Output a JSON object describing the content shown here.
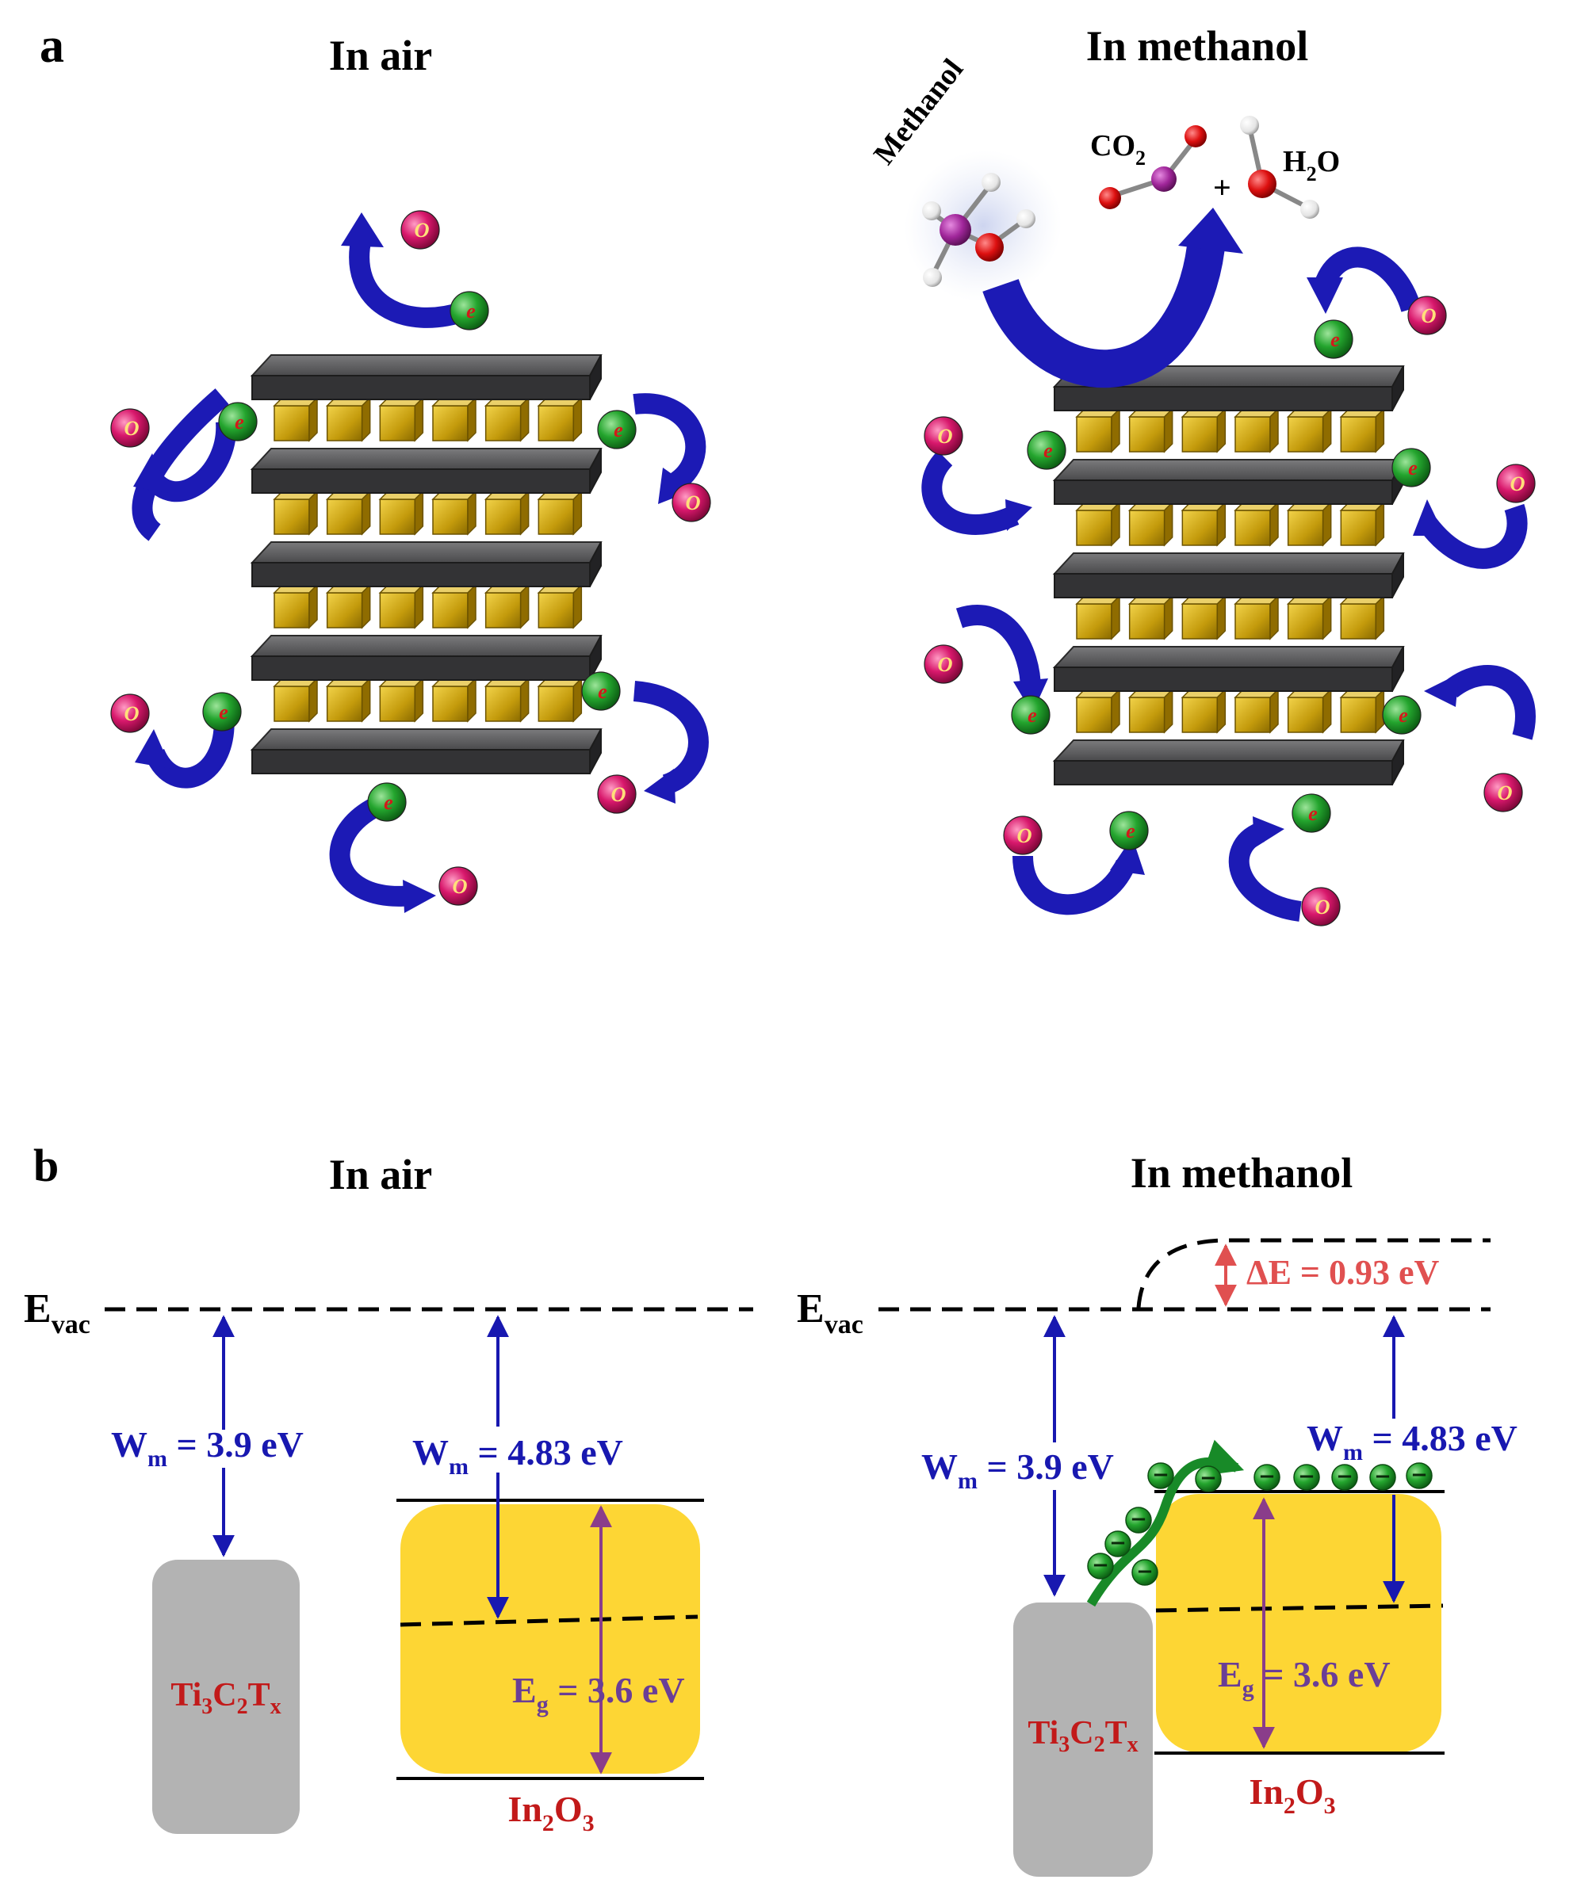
{
  "panel_a": {
    "letter": "a",
    "air": {
      "title": "In air",
      "electron": "e",
      "oxygen": "O"
    },
    "methanol": {
      "title": "In methanol",
      "molecule_label": "Methanol",
      "co2": {
        "main": "CO",
        "sub": "2"
      },
      "plus": "+",
      "h2o": {
        "main": "H",
        "sub": "2",
        "tail": "O"
      },
      "electron": "e",
      "oxygen": "O"
    }
  },
  "panel_b": {
    "letter": "b",
    "air": {
      "title": "In air",
      "evac": {
        "main": "E",
        "sub": "vac"
      },
      "wm_left": {
        "main": "W",
        "sub": "m",
        "tail": " = 3.9 eV"
      },
      "wm_right": {
        "main": "W",
        "sub": "m",
        "tail": " = 4.83 eV"
      },
      "eg": {
        "main": "E",
        "sub": "g",
        "tail": " = 3.6 eV"
      },
      "ti3c2tx": {
        "a": "Ti",
        "a_sub": "3",
        "b": "C",
        "b_sub": "2",
        "c": "T",
        "c_sub": "x"
      },
      "in2o3": {
        "a": "In",
        "a_sub": "2",
        "b": "O",
        "b_sub": "3"
      }
    },
    "methanol": {
      "title": "In methanol",
      "evac": {
        "main": "E",
        "sub": "vac"
      },
      "delta_e": "ΔE = 0.93 eV",
      "wm_left": {
        "main": "W",
        "sub": "m",
        "tail": " = 3.9 eV"
      },
      "wm_right": {
        "main": "W",
        "sub": "m",
        "tail": " = 4.83 eV"
      },
      "eg": {
        "main": "E",
        "sub": "g",
        "tail": " = 3.6 eV"
      },
      "ti3c2tx": {
        "a": "Ti",
        "a_sub": "3",
        "b": "C",
        "b_sub": "2",
        "c": "T",
        "c_sub": "x"
      },
      "in2o3": {
        "a": "In",
        "a_sub": "2",
        "b": "O",
        "b_sub": "3"
      },
      "electron_sign": "−"
    }
  },
  "colors": {
    "arrow_blue": "#1c1ab5",
    "label_blue": "#1818b0",
    "label_red": "#c21a1a",
    "delta_red": "#e05050",
    "band_purple": "#8a3d8a",
    "eg_purple": "#6a3e96",
    "in2o3_fill": "#fdd634",
    "mxene_fill": "#b3b3b3",
    "slab_dark": "#3c3c3e",
    "cube_gold": "#c6a010",
    "electron_green": "#1f9a2a",
    "oxygen_pink": "#d6156a",
    "flow_green": "#188a28"
  }
}
